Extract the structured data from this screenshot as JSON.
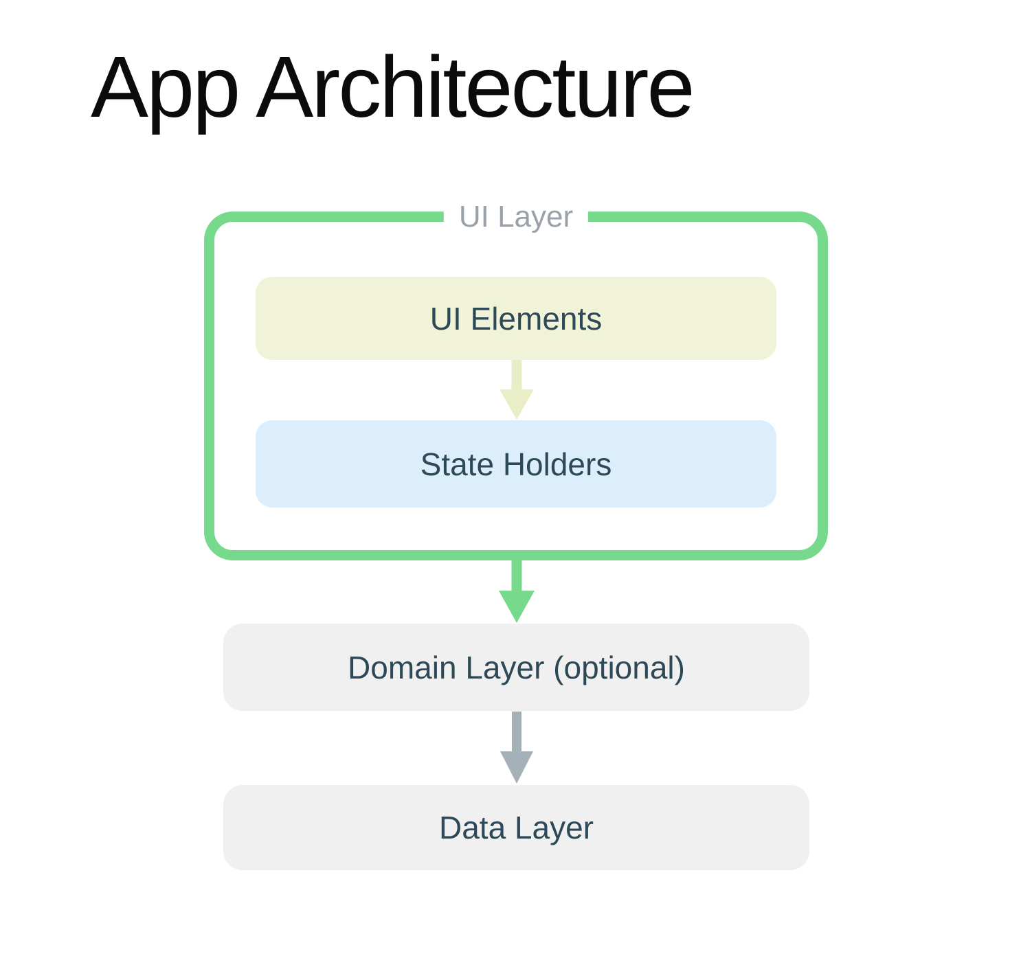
{
  "page": {
    "title": "App Architecture",
    "background_color": "#FFFFFF",
    "title_color": "#0B0B0B"
  },
  "diagram": {
    "ui_layer": {
      "label": "UI Layer",
      "label_color": "#9AA1A8",
      "border_color": "#77D98B",
      "boxes": [
        {
          "label": "UI Elements",
          "bg_color": "#F1F3D9",
          "text_color": "#2D4856"
        },
        {
          "label": "State Holders",
          "bg_color": "#DCEEFB",
          "text_color": "#2D4856"
        }
      ]
    },
    "domain_layer": {
      "label": "Domain Layer (optional)",
      "bg_color": "#F0F0F1",
      "text_color": "#2D4856"
    },
    "data_layer": {
      "label": "Data Layer",
      "bg_color": "#F0F0F1",
      "text_color": "#2D4856"
    },
    "arrows": [
      {
        "name": "ui-elements-to-state-holders",
        "direction": "down",
        "color": "#EAEEC7"
      },
      {
        "name": "ui-layer-to-domain-layer",
        "direction": "down",
        "color": "#77D98B"
      },
      {
        "name": "domain-layer-to-data-layer",
        "direction": "down",
        "color": "#A5B1B9"
      }
    ]
  }
}
